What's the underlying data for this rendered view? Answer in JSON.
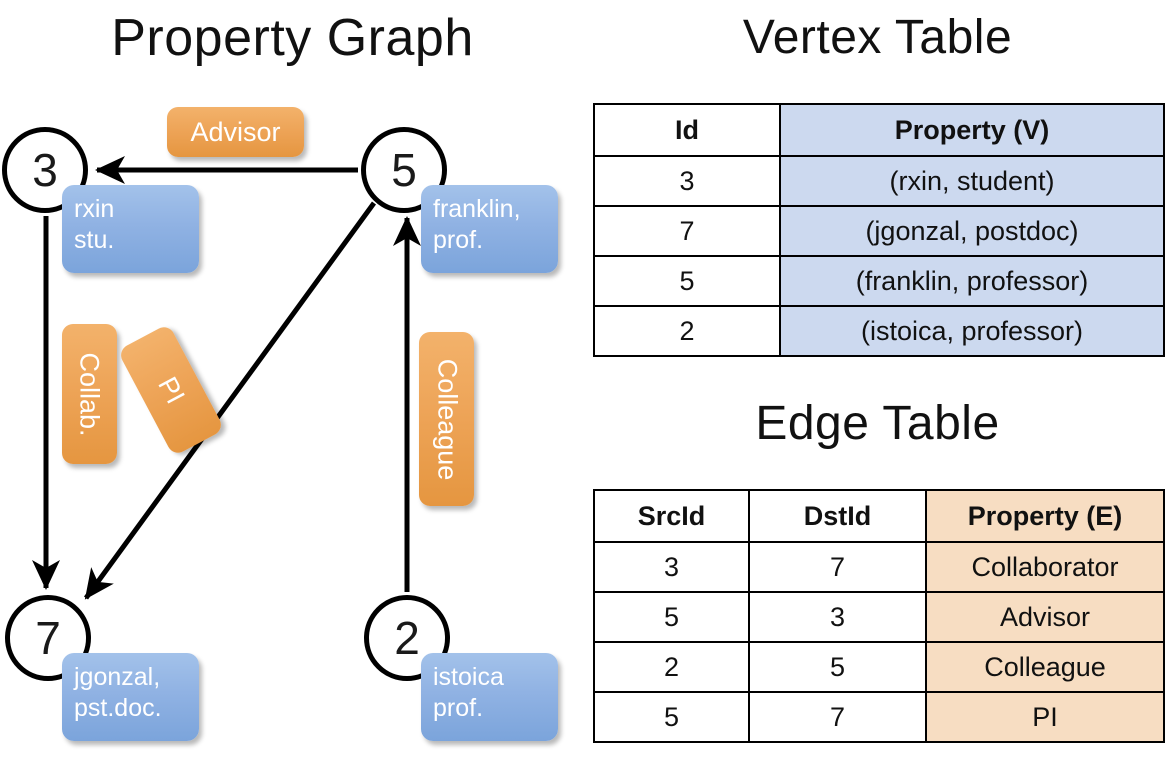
{
  "titles": {
    "property_graph": "Property Graph",
    "vertex_table": "Vertex Table",
    "edge_table": "Edge Table"
  },
  "colors": {
    "vertex_property_fill": "#ccd9ef",
    "edge_property_fill": "#f7ddc2",
    "node_box_blue": "#90b2e3",
    "edge_label_orange": "#eda356",
    "stroke": "#000000"
  },
  "graph": {
    "nodes": [
      {
        "id": "3",
        "property_line1": "rxin",
        "property_line2": "stu."
      },
      {
        "id": "5",
        "property_line1": "franklin,",
        "property_line2": "prof."
      },
      {
        "id": "7",
        "property_line1": "jgonzal,",
        "property_line2": "pst.doc."
      },
      {
        "id": "2",
        "property_line1": "istoica",
        "property_line2": "prof."
      }
    ],
    "edge_labels": [
      {
        "label": "Advisor"
      },
      {
        "label": "Collab."
      },
      {
        "label": "PI"
      },
      {
        "label": "Colleague"
      }
    ]
  },
  "vertex_table": {
    "headers": [
      "Id",
      "Property (V)"
    ],
    "rows": [
      [
        "3",
        "(rxin, student)"
      ],
      [
        "7",
        "(jgonzal, postdoc)"
      ],
      [
        "5",
        "(franklin, professor)"
      ],
      [
        "2",
        "(istoica, professor)"
      ]
    ]
  },
  "edge_table": {
    "headers": [
      "SrcId",
      "DstId",
      "Property (E)"
    ],
    "rows": [
      [
        "3",
        "7",
        "Collaborator"
      ],
      [
        "5",
        "3",
        "Advisor"
      ],
      [
        "2",
        "5",
        "Colleague"
      ],
      [
        "5",
        "7",
        "PI"
      ]
    ]
  }
}
